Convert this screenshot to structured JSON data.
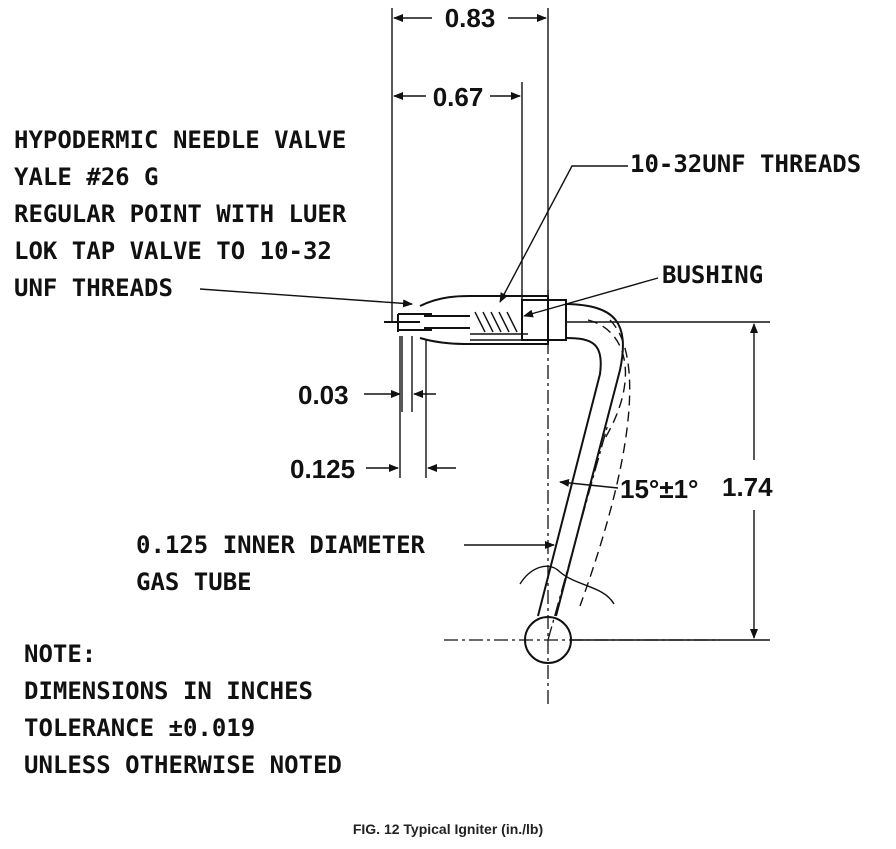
{
  "callouts": {
    "needle_valve": [
      "HYPODERMIC NEEDLE VALVE",
      "YALE #26 G",
      "REGULAR POINT WITH LUER",
      "LOK TAP VALVE TO 10-32",
      "UNF THREADS"
    ],
    "threads": "10-32UNF THREADS",
    "bushing": "BUSHING",
    "gas_tube": [
      "0.125 INNER DIAMETER",
      "GAS TUBE"
    ]
  },
  "dimensions": {
    "overall_width": "0.83",
    "inner_width": "0.67",
    "wall": "0.03",
    "tube_od": "0.125",
    "angle": "15°±1°",
    "height": "1.74"
  },
  "note": [
    "NOTE:",
    "DIMENSIONS IN INCHES",
    "TOLERANCE ±0.019",
    "UNLESS OTHERWISE NOTED"
  ],
  "caption": "FIG. 12 Typical Igniter (in./lb)"
}
